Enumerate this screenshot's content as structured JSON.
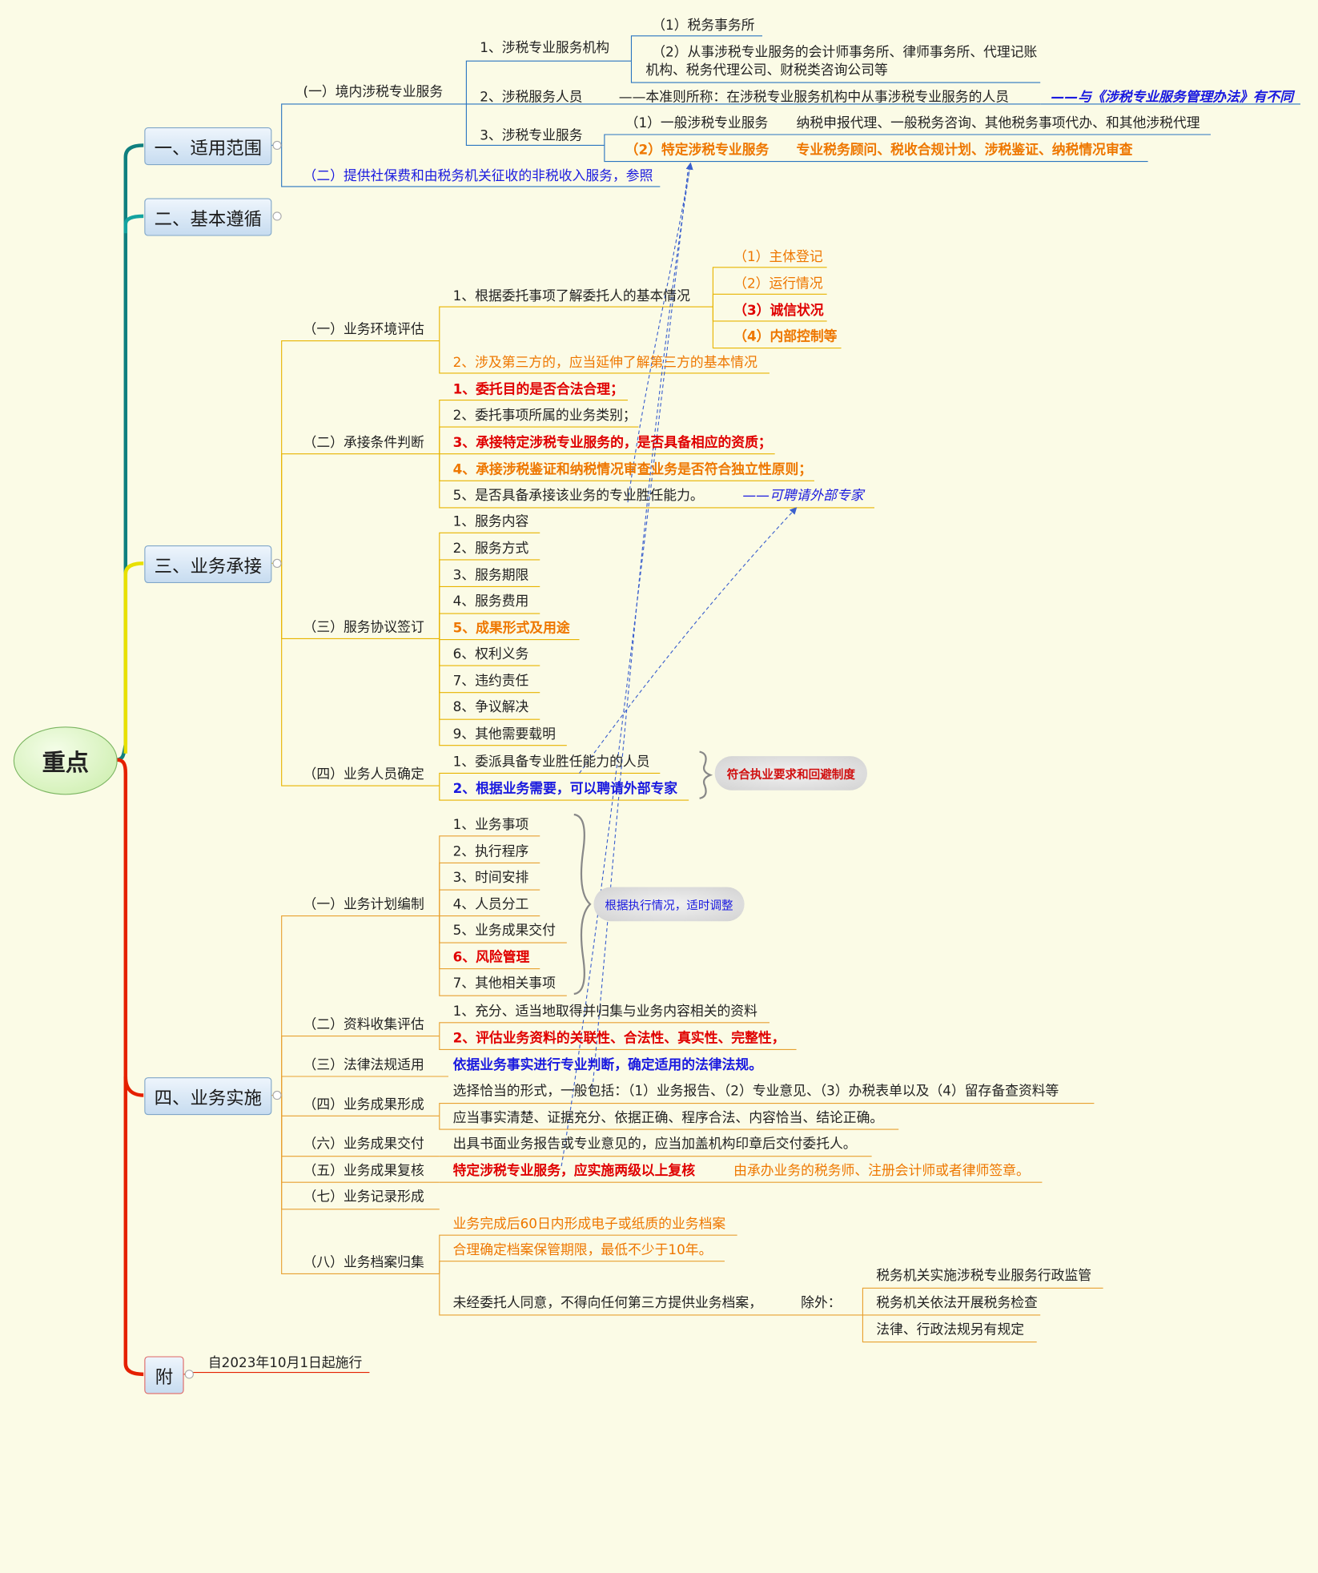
{
  "root": "重点",
  "s1": {
    "title": "一、适用范围",
    "a": "(一）境内涉税专业服务",
    "a1": "1、涉税专业服务机构",
    "a1_1": "（1）税务事务所",
    "a1_2a": "（2）从事涉税专业服务的会计师事务所、律师事务所、代理记账",
    "a1_2b": "机构、税务代理公司、财税类咨询公司等",
    "a2": "2、涉税服务人员",
    "a2_def": "——本准则所称：在涉税专业服务机构中从事涉税专业服务的人员",
    "a2_note": "——与《涉税专业服务管理办法》有不同",
    "a3": "3、涉税专业服务",
    "a3_1": "（1）一般涉税专业服务",
    "a3_1d": "纳税申报代理、一般税务咨询、其他税务事项代办、和其他涉税代理",
    "a3_2": "（2）特定涉税专业服务",
    "a3_2d": "专业税务顾问、税收合规计划、涉税鉴证、纳税情况审查",
    "b": "（二）提供社保费和由税务机关征收的非税收入服务，参照"
  },
  "s2": {
    "title": "二、基本遵循"
  },
  "s3": {
    "title": "三、业务承接",
    "a": "（一）业务环境评估",
    "a1": "1、根据委托事项了解委托人的基本情况",
    "a1_items": [
      "（1）主体登记",
      "（2）运行情况",
      "（3）诚信状况",
      "（4）内部控制等"
    ],
    "a2": "2、涉及第三方的，应当延伸了解第三方的基本情况",
    "b": "（二）承接条件判断",
    "b_items": [
      "1、委托目的是否合法合理；",
      "2、委托事项所属的业务类别；",
      "3、承接特定涉税专业服务的，是否具备相应的资质；",
      "4、承接涉税鉴证和纳税情况审查业务是否符合独立性原则；",
      "5、是否具备承接该业务的专业胜任能力。"
    ],
    "b_note": "——可聘请外部专家",
    "c": "（三）服务协议签订",
    "c_items": [
      "1、服务内容",
      "2、服务方式",
      "3、服务期限",
      "4、服务费用",
      "5、成果形式及用途",
      "6、权利义务",
      "7、违约责任",
      "8、争议解决",
      "9、其他需要载明"
    ],
    "d": "（四）业务人员确定",
    "d_items": [
      "1、委派具备专业胜任能力的人员",
      "2、根据业务需要，可以聘请外部专家"
    ],
    "d_note": "符合执业要求和回避制度"
  },
  "s4": {
    "title": "四、业务实施",
    "a": "（一）业务计划编制",
    "a_items": [
      "1、业务事项",
      "2、执行程序",
      "3、时间安排",
      "4、人员分工",
      "5、业务成果交付",
      "6、风险管理",
      "7、其他相关事项"
    ],
    "a_note": "根据执行情况，适时调整",
    "b": "（二）资料收集评估",
    "b_items": [
      "1、充分、适当地取得并归集与业务内容相关的资料",
      "2、评估业务资料的关联性、合法性、真实性、完整性，"
    ],
    "c": "（三）法律法规适用",
    "c_text": "依据业务事实进行专业判断，确定适用的法律法规。",
    "d": "（四）业务成果形成",
    "d_items": [
      "选择恰当的形式，一般包括：（1）业务报告、（2）专业意见、（3）办税表单以及（4）留存备查资料等",
      "应当事实清楚、证据充分、依据正确、程序合法、内容恰当、结论正确。"
    ],
    "f": "（六）业务成果交付",
    "f_text": "出具书面业务报告或专业意见的，应当加盖机构印章后交付委托人。",
    "e": "（五）业务成果复核",
    "e_text": "特定涉税专业服务，应实施两级以上复核",
    "e_note": "由承办业务的税务师、注册会计师或者律师签章。",
    "g": "（七）业务记录形成",
    "h": "（八）业务档案归集",
    "h_items": [
      "业务完成后60日内形成电子或纸质的业务档案",
      "合理确定档案保管期限，最低不少于10年。",
      "未经委托人同意，不得向任何第三方提供业务档案，"
    ],
    "h_except": "除外：",
    "h_except_items": [
      "税务机关实施涉税专业服务行政监管",
      "税务机关依法开展税务检查",
      "法律、行政法规另有规定"
    ]
  },
  "s5": {
    "title": "附",
    "text": "自2023年10月1日起施行"
  }
}
